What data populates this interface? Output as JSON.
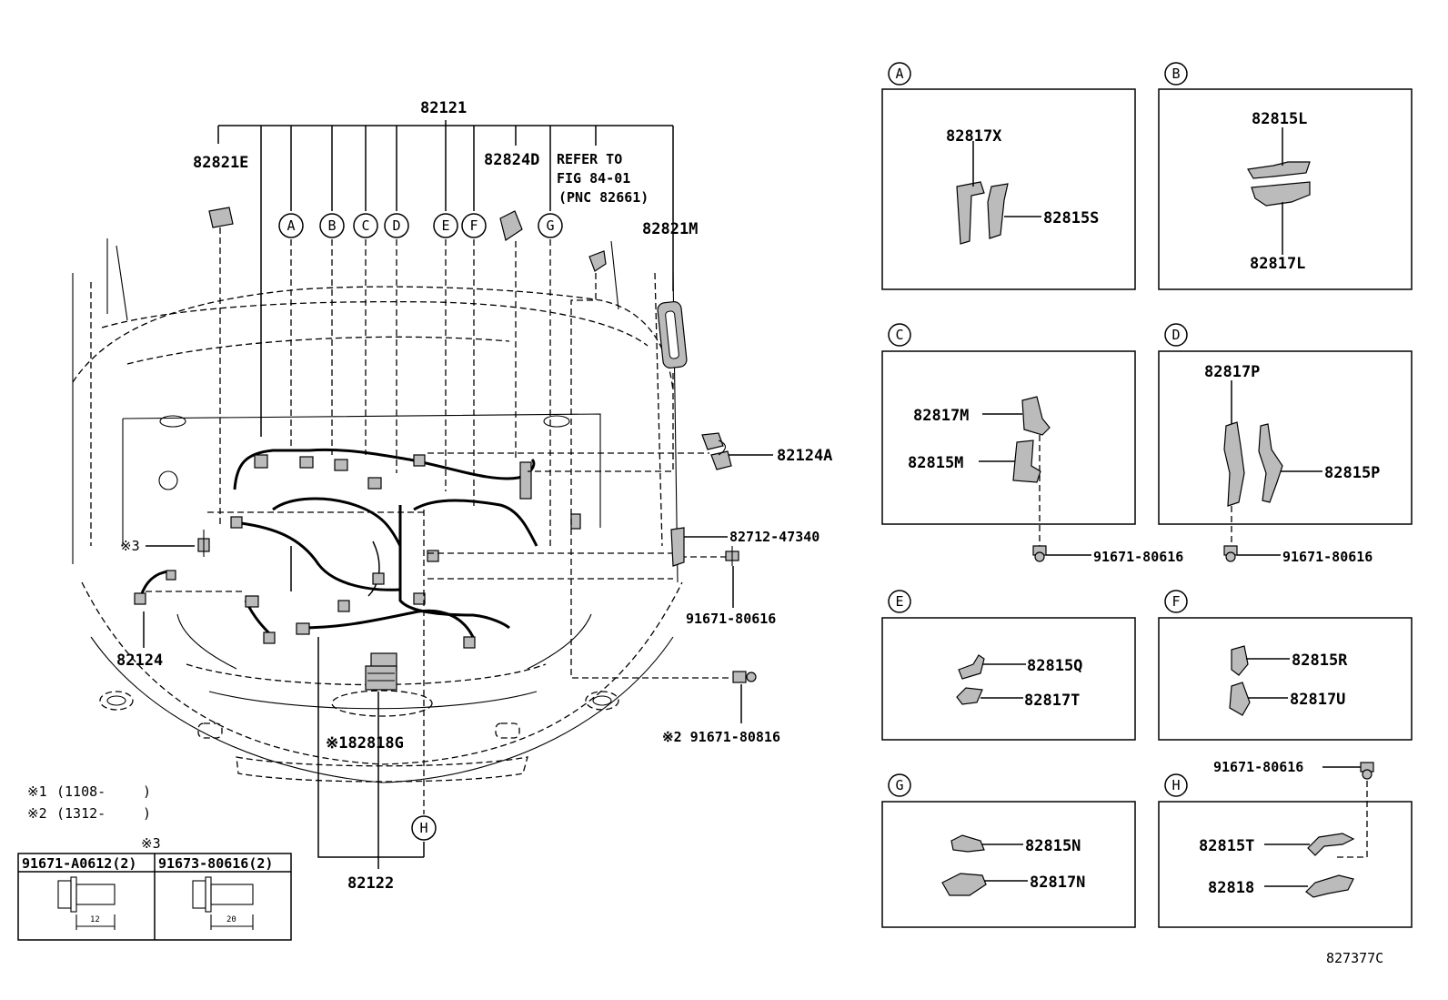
{
  "main": {
    "title_part": "82121",
    "bottom_part": "82122",
    "refer_lines": [
      "REFER TO",
      "FIG 84-01",
      "(PNC 82661)"
    ],
    "callouts": [
      "A",
      "B",
      "C",
      "D",
      "E",
      "F",
      "G",
      "H"
    ],
    "parts": {
      "p82821E": "82821E",
      "p82824D": "82824D",
      "p82821M": "82821M",
      "p82124A": "82124A",
      "p82712": "82712-47340",
      "p91671_mid": "91671-80616",
      "p82124": "82124",
      "p91671_816": "※2 91671-80816",
      "p82818G": "※182818G",
      "star3": "※3"
    }
  },
  "notes": {
    "n1_mark": "※1",
    "n1_range": "(1108-",
    "n1_close": ")",
    "n2_mark": "※2",
    "n2_range": "(1312-",
    "n2_close": ")"
  },
  "fastener_table": {
    "title": "※3",
    "col1": "91671-A0612(2)",
    "col2": "91673-80616(2)",
    "dim1": "12",
    "dim2": "20"
  },
  "detail_boxes": [
    {
      "letter": "A",
      "parts": [
        "82817X",
        "82815S"
      ]
    },
    {
      "letter": "B",
      "parts": [
        "82815L",
        "82817L"
      ]
    },
    {
      "letter": "C",
      "parts": [
        "82817M",
        "82815M"
      ],
      "bolt": "91671-80616"
    },
    {
      "letter": "D",
      "parts": [
        "82817P",
        "82815P"
      ],
      "bolt": "91671-80616"
    },
    {
      "letter": "E",
      "parts": [
        "82815Q",
        "82817T"
      ]
    },
    {
      "letter": "F",
      "parts": [
        "82815R",
        "82817U"
      ]
    },
    {
      "letter": "G",
      "parts": [
        "82815N",
        "82817N"
      ]
    },
    {
      "letter": "H",
      "parts": [
        "82815T",
        "82818"
      ],
      "bolt": "91671-80616"
    }
  ],
  "figure_id": "827377C"
}
